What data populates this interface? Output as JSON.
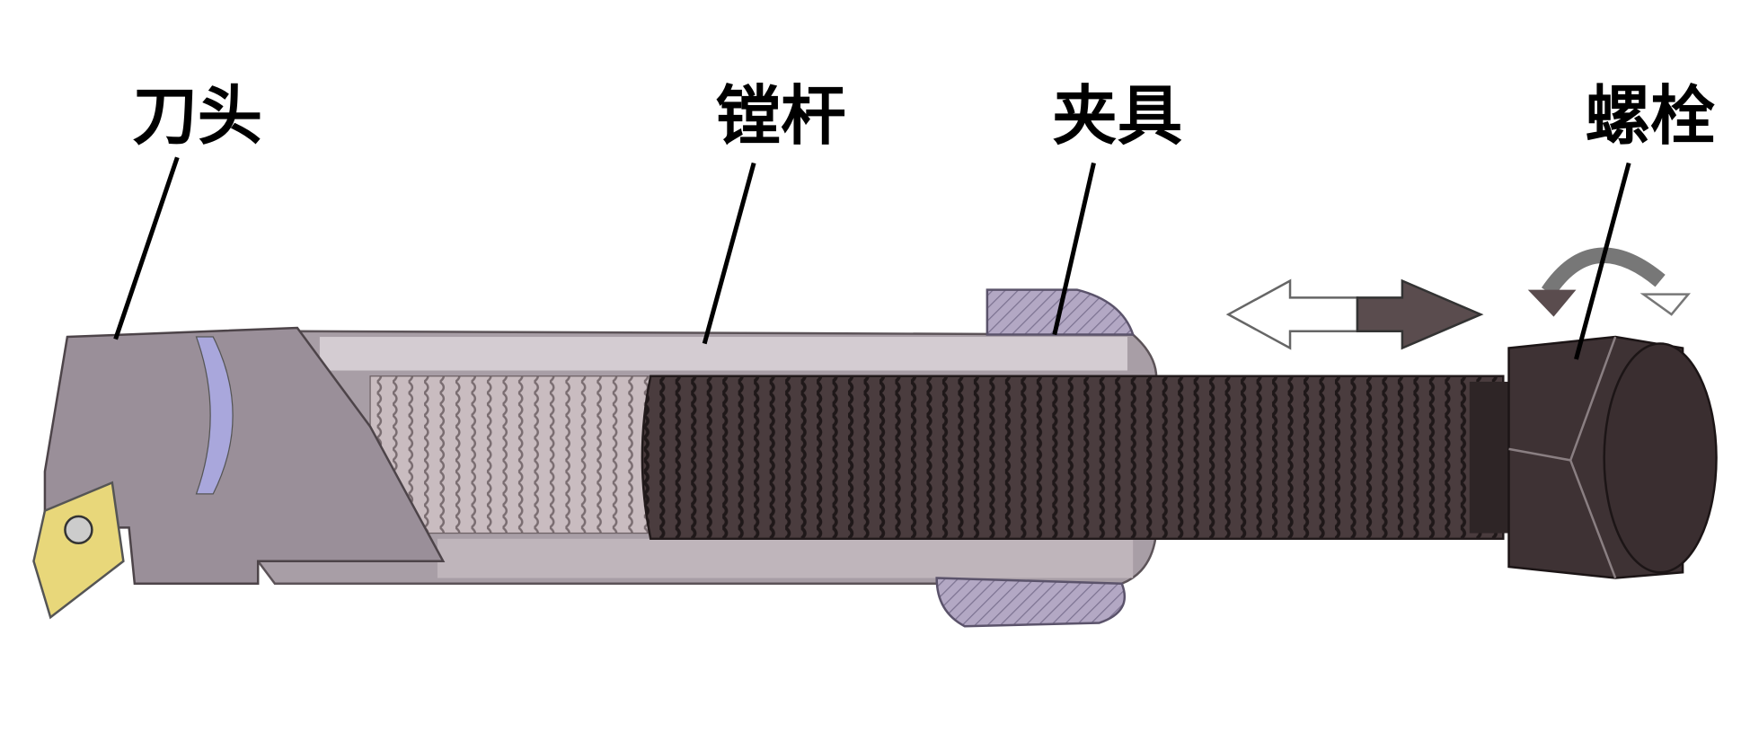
{
  "labels": {
    "cutter_head": "刀头",
    "boring_bar": "镗杆",
    "fixture": "夹具",
    "bolt": "螺栓"
  },
  "colors": {
    "body": "#a89ea6",
    "thread_dark": "#4a3c3e",
    "thread_light": "#c9bcc0",
    "insert": "#e8d77a",
    "nut": "#3e3234"
  }
}
